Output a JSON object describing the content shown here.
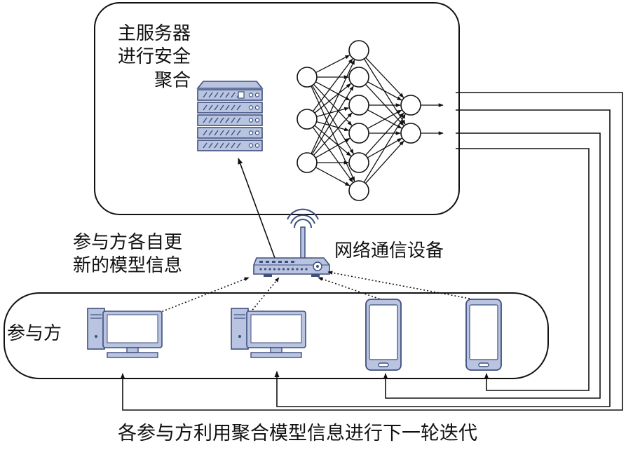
{
  "server_box": {
    "title_lines": [
      "主服务器",
      "进行安全",
      "聚合"
    ],
    "server_icon": "server-rack-icon",
    "network_icon": "neural-network-icon"
  },
  "router": {
    "label": "网络通信设备",
    "icon": "wifi-router-icon"
  },
  "upload_note": {
    "lines": [
      "参与方各自更",
      "新的模型信息"
    ]
  },
  "participants": {
    "label": "参与方",
    "devices": [
      {
        "type": "desktop",
        "icon": "desktop-computer-icon"
      },
      {
        "type": "desktop",
        "icon": "desktop-computer-icon"
      },
      {
        "type": "phone",
        "icon": "smartphone-icon"
      },
      {
        "type": "phone",
        "icon": "smartphone-icon"
      }
    ]
  },
  "bottom_caption": "各参与方利用聚合模型信息进行下一轮迭代",
  "colors": {
    "device_fill": "#b8c4e0",
    "device_stroke": "#3f4f7e",
    "screen": "#ffffff",
    "line": "#111111"
  }
}
